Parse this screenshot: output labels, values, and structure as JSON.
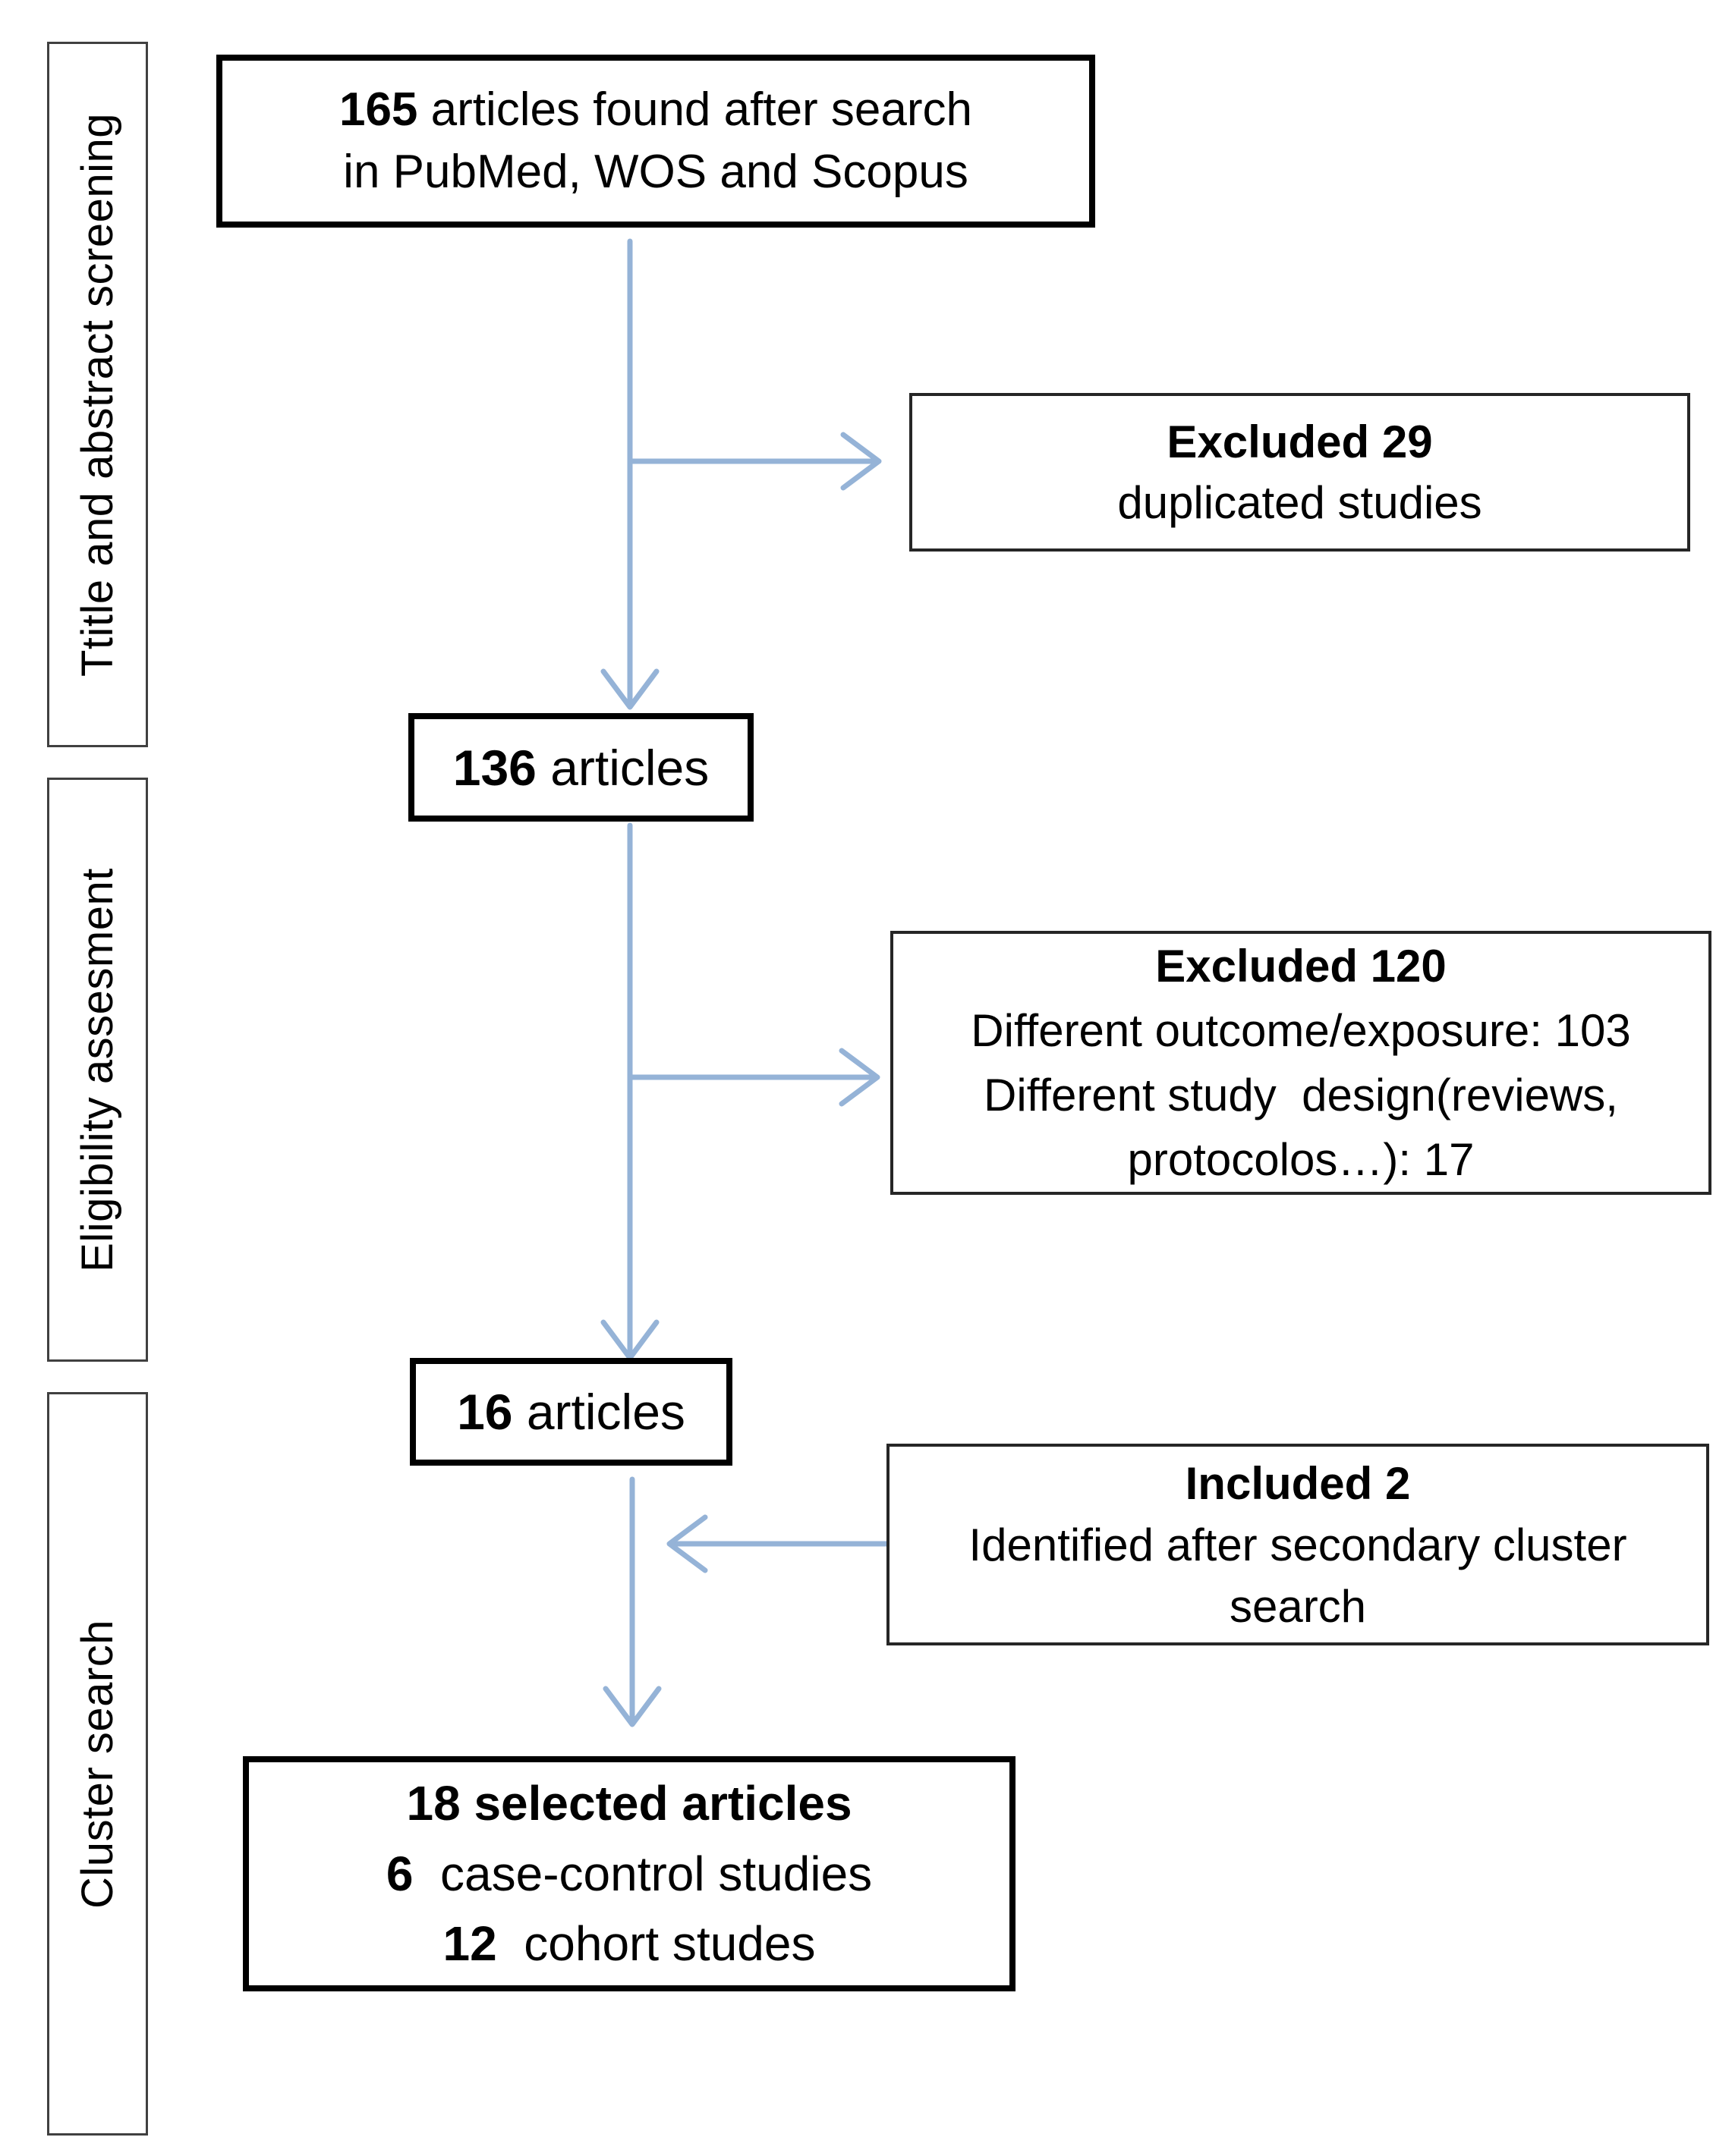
{
  "stages": [
    {
      "label": "Ttitle and abstract screening"
    },
    {
      "label": "Eligibility assesment"
    },
    {
      "label": "Cluster search"
    }
  ],
  "boxes": {
    "search": {
      "count": "165",
      "rest": " articles found after search",
      "line2": "in PubMed, WOS and Scopus"
    },
    "excluded_duplicates": {
      "heading": "Excluded 29",
      "detail": "duplicated studies"
    },
    "articles_136": {
      "count": "136",
      "rest": " articles"
    },
    "excluded_eligibility": {
      "heading": "Excluded 120",
      "detail1": "Different outcome/exposure: 103",
      "detail2": "Different study  design(reviews,",
      "detail3": "protocolos…): 17"
    },
    "articles_16": {
      "count": "16",
      "rest": " articles"
    },
    "included_cluster": {
      "heading": "Included 2",
      "detail": "Identified after secondary cluster search"
    },
    "final": {
      "heading": "18 selected articles",
      "count1": "6",
      "text1": "  case-control studies",
      "count2": "12",
      "text2": "  cohort studes"
    }
  },
  "colors": {
    "arrow": "#95b3d7",
    "box_border": "#000000",
    "thin_border": "#262626"
  }
}
